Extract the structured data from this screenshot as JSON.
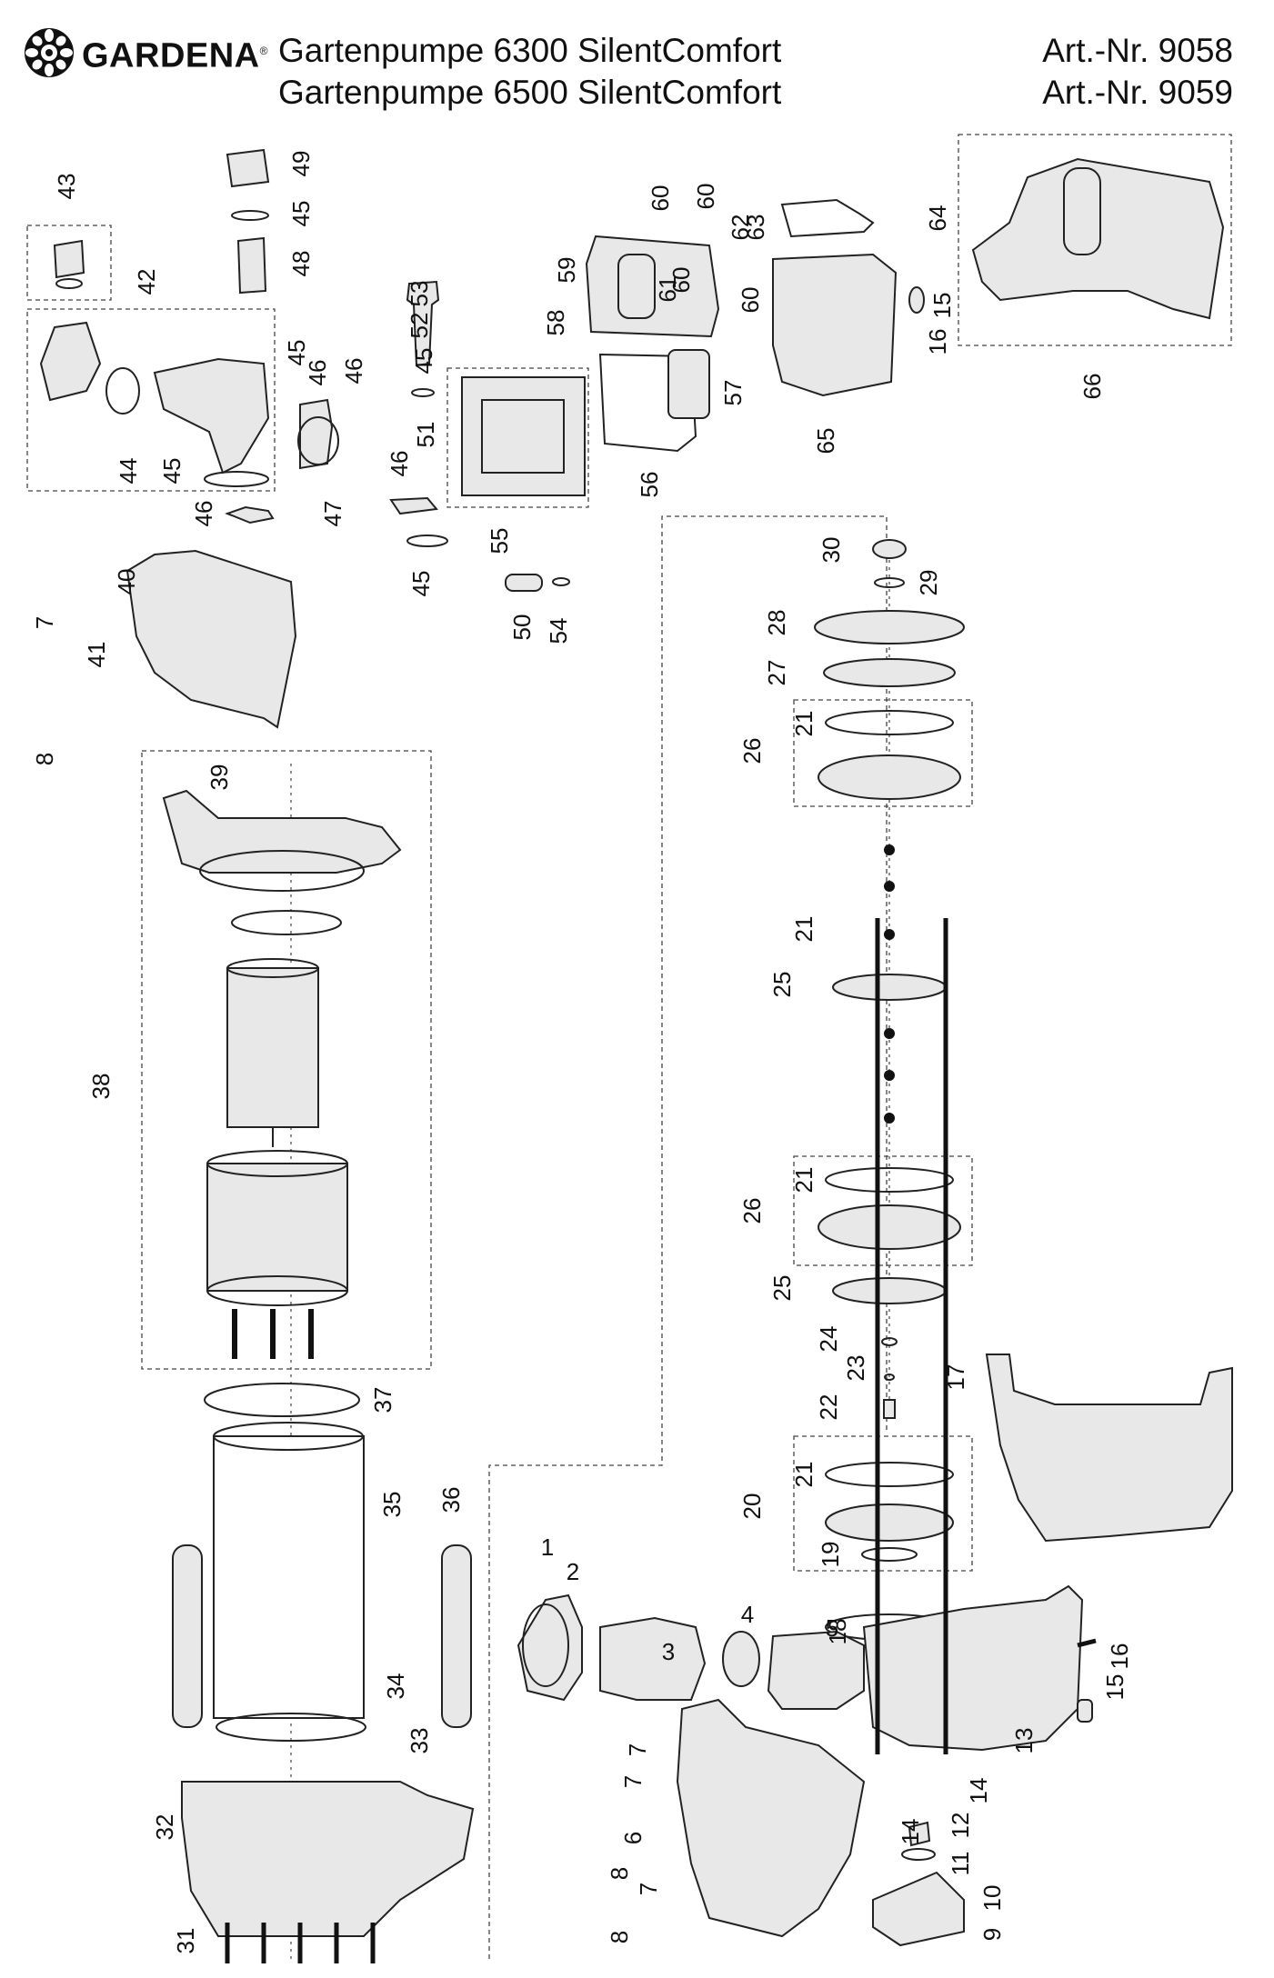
{
  "header": {
    "brand": "GARDENA",
    "brand_mark": "®",
    "title_line1": "Gartenpumpe 6300 SilentComfort",
    "title_line2": "Gartenpumpe 6500 SilentComfort",
    "art_line1": "Art.-Nr. 9058",
    "art_line2": "Art.-Nr. 9059"
  },
  "logo_icon": "gardena-flower-logo",
  "callouts": [
    "1",
    "2",
    "3",
    "4",
    "5",
    "6",
    "7",
    "7",
    "7",
    "8",
    "8",
    "9",
    "10",
    "11",
    "12",
    "13",
    "14",
    "14",
    "15",
    "15",
    "16",
    "16",
    "17",
    "18",
    "19",
    "20",
    "21",
    "21",
    "21",
    "21",
    "22",
    "23",
    "24",
    "25",
    "25",
    "26",
    "26",
    "27",
    "28",
    "29",
    "30",
    "31",
    "32",
    "33",
    "34",
    "35",
    "36",
    "37",
    "38",
    "39",
    "40",
    "41",
    "42",
    "43",
    "44",
    "45",
    "45",
    "45",
    "45",
    "45",
    "46",
    "46",
    "46",
    "46",
    "47",
    "48",
    "49",
    "50",
    "51",
    "52",
    "53",
    "54",
    "55",
    "56",
    "57",
    "58",
    "59",
    "60",
    "60",
    "60",
    "60",
    "61",
    "62",
    "63",
    "64",
    "65",
    "66",
    "7",
    "8"
  ]
}
